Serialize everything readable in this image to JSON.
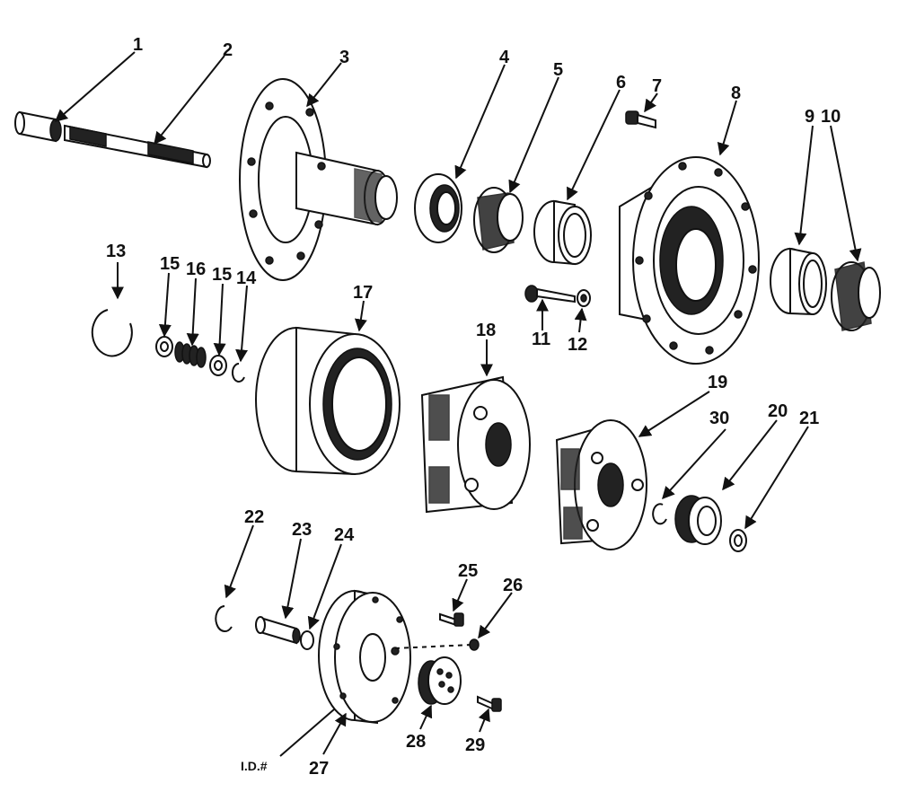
{
  "diagram": {
    "callouts": [
      "1",
      "2",
      "3",
      "4",
      "5",
      "6",
      "7",
      "8",
      "9",
      "10",
      "11",
      "12",
      "13",
      "14",
      "15",
      "16",
      "15",
      "17",
      "18",
      "19",
      "20",
      "21",
      "22",
      "23",
      "24",
      "25",
      "26",
      "27",
      "28",
      "29",
      "30"
    ],
    "id_mark": "I.D.#"
  }
}
